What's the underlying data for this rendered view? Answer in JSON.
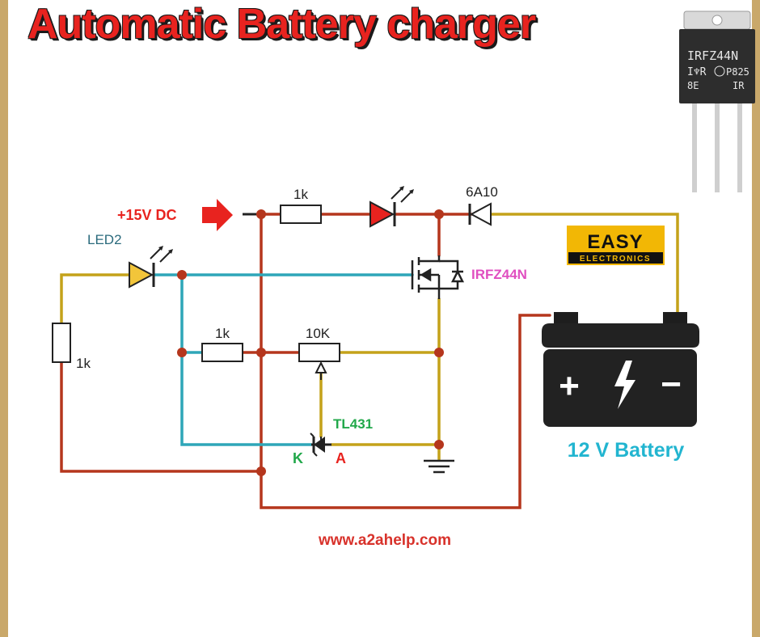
{
  "title": "Automatic Battery charger",
  "colors": {
    "wire_red": "#b5361d",
    "wire_yellow": "#c4a21a",
    "wire_teal": "#2ea6b8",
    "title_red": "#e8231f",
    "label_green": "#21a84a",
    "label_pink": "#e04fc0",
    "label_cyan": "#22b5d0",
    "url_red": "#d8322b"
  },
  "labels": {
    "input": "+15V DC",
    "led2": "LED2",
    "r_top": "1k",
    "r_left": "1k",
    "r_mid": "1k",
    "pot": "10K",
    "diode": "6A10",
    "mosfet": "IRFZ44N",
    "shunt": "TL431",
    "k": "K",
    "a": "A",
    "battery": "12 V Battery",
    "url": "www.a2ahelp.com"
  },
  "logo": {
    "line1": "EASY",
    "line2": "ELECTRONICS"
  },
  "chip_marking": {
    "line1": "IRFZ44N",
    "line2": "I♆R",
    "line3": "P825",
    "line4": "8E",
    "line5": "IR"
  },
  "battery_symbols": {
    "plus": "+",
    "minus": "−"
  }
}
